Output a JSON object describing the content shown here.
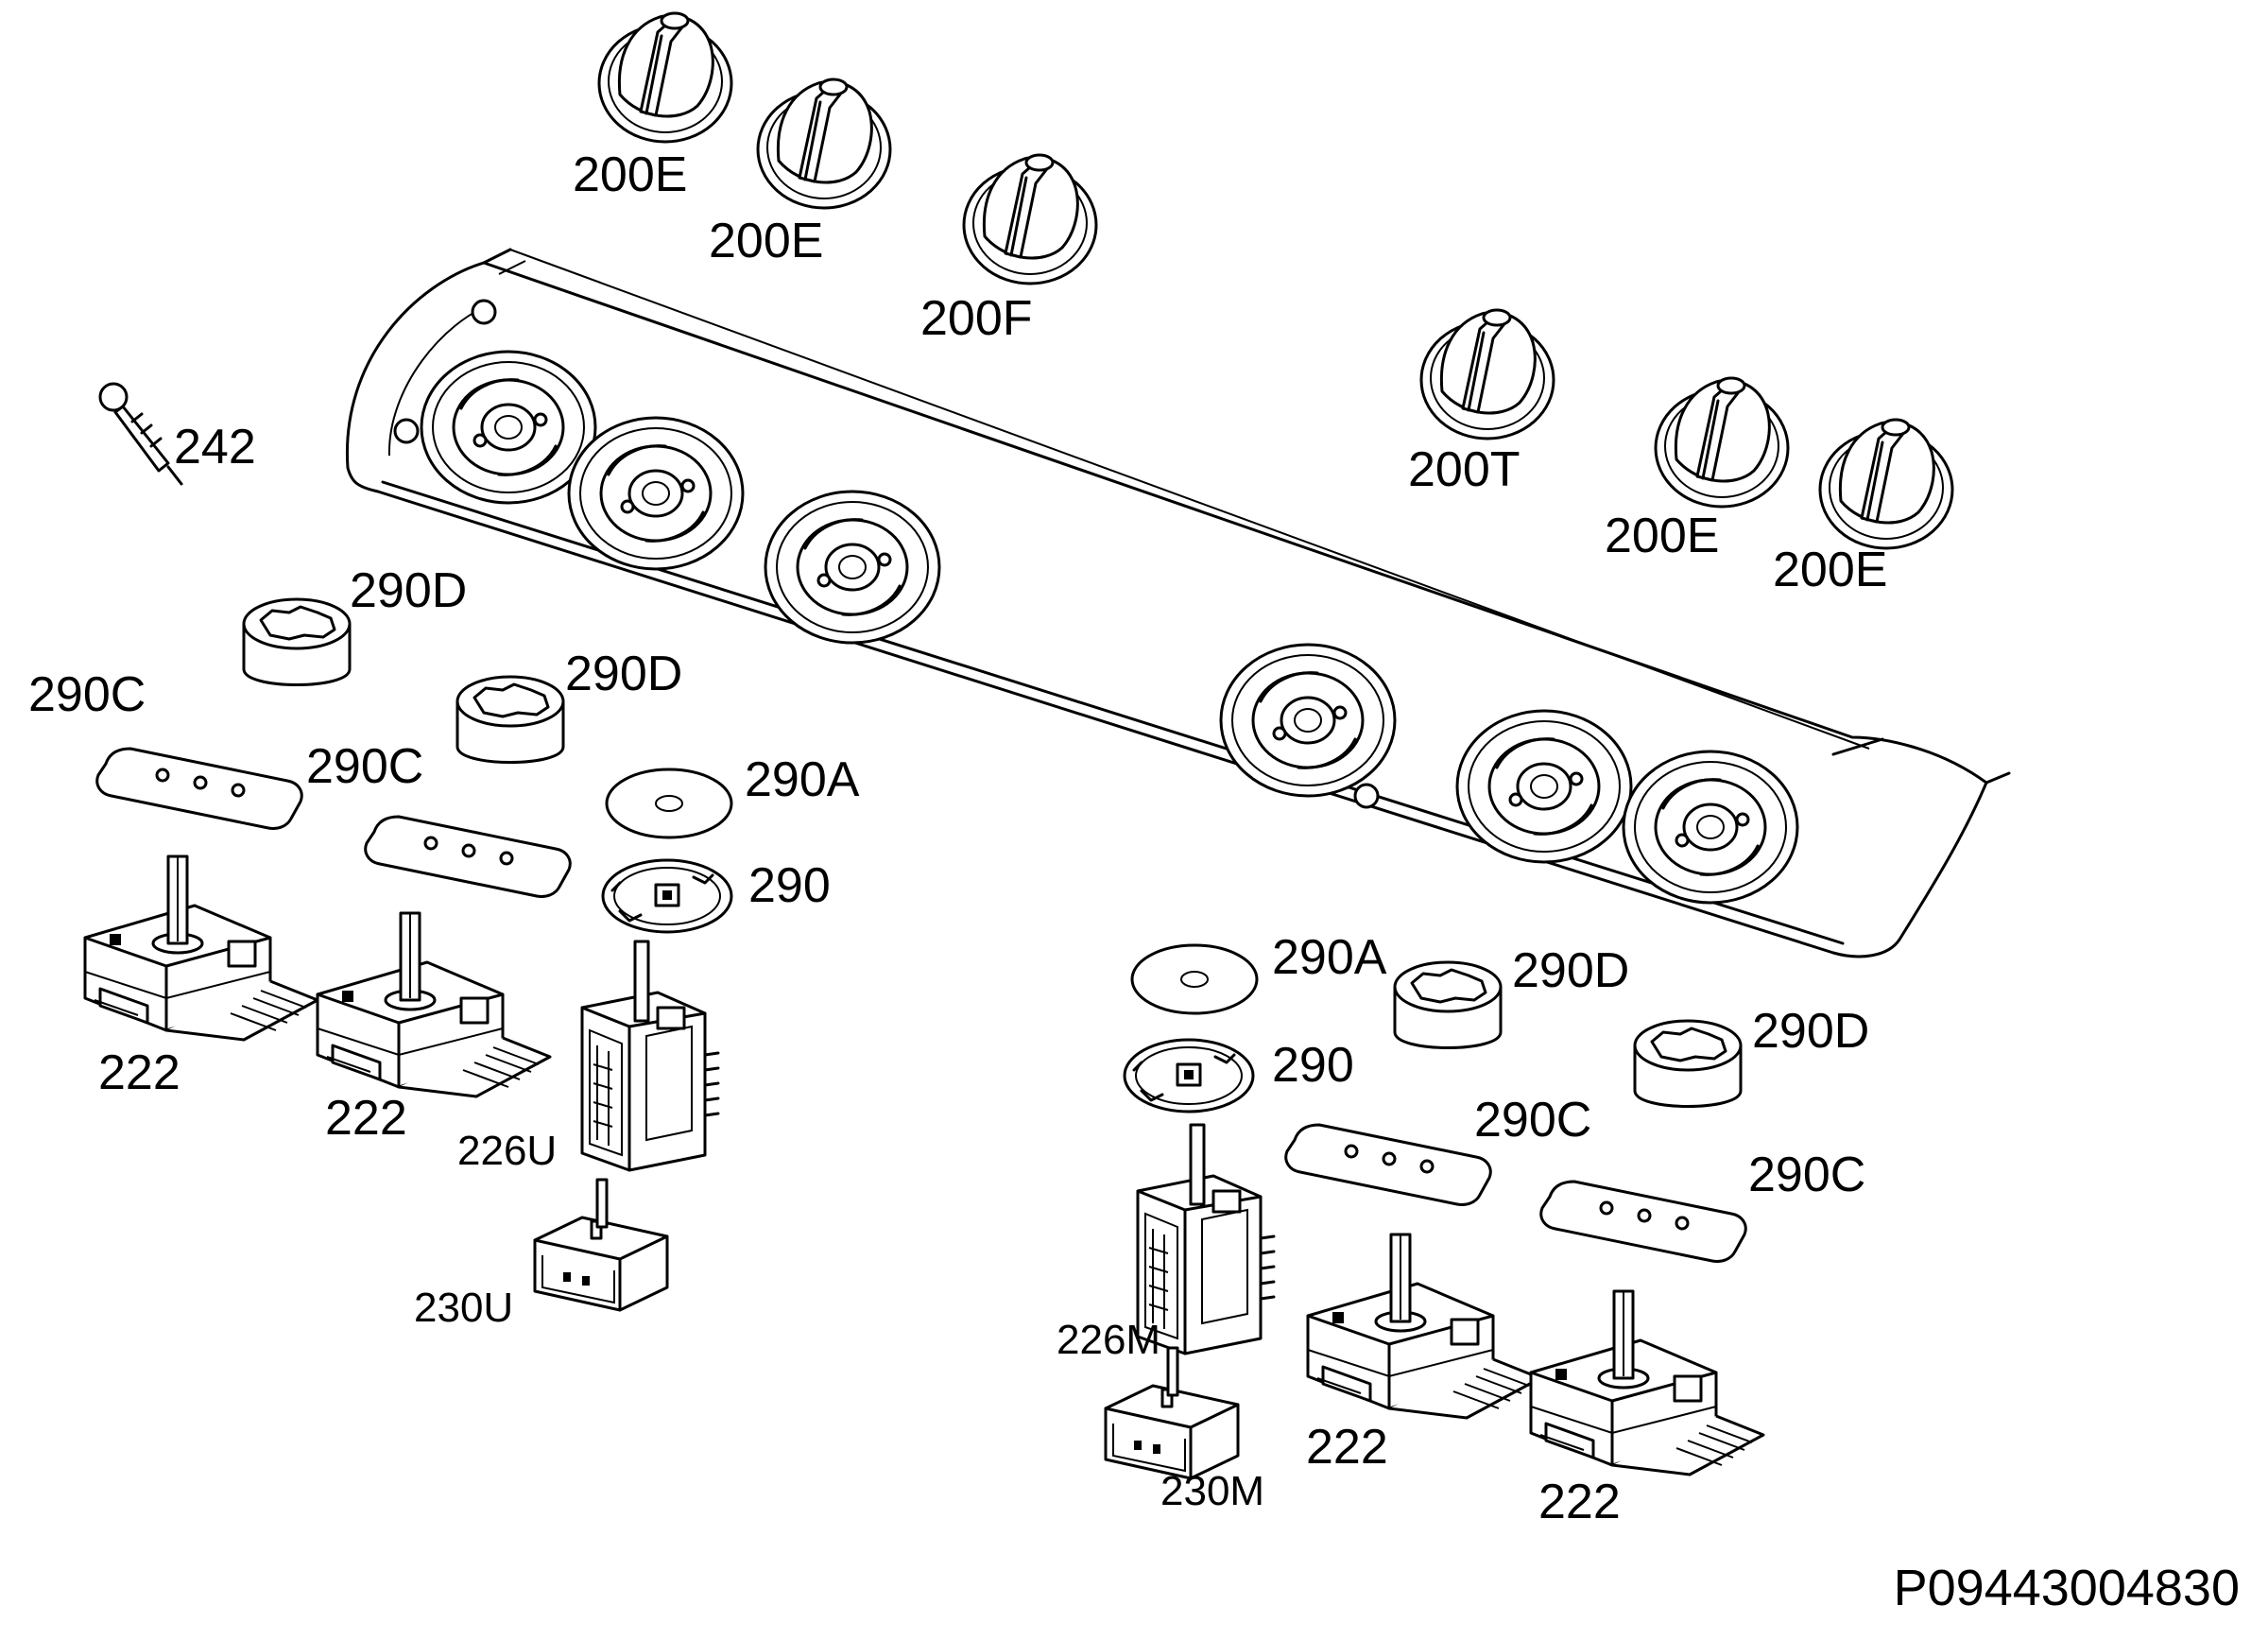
{
  "labels": {
    "knob_200e_1": "200E",
    "knob_200e_2": "200E",
    "knob_200f": "200F",
    "knob_200t": "200T",
    "knob_200e_3": "200E",
    "knob_200e_4": "200E",
    "part_242": "242",
    "left_290d_1": "290D",
    "left_290d_2": "290D",
    "left_290c_1": "290C",
    "left_290c_2": "290C",
    "left_290a": "290A",
    "left_290": "290",
    "left_222_1": "222",
    "left_222_2": "222",
    "left_226u": "226U",
    "left_230u": "230U",
    "right_290a": "290A",
    "right_290": "290",
    "right_290d_1": "290D",
    "right_290d_2": "290D",
    "right_290c_1": "290C",
    "right_290c_2": "290C",
    "right_226m": "226M",
    "right_230m": "230M",
    "right_222_1": "222",
    "right_222_2": "222"
  },
  "doc_id": "P09443004830"
}
